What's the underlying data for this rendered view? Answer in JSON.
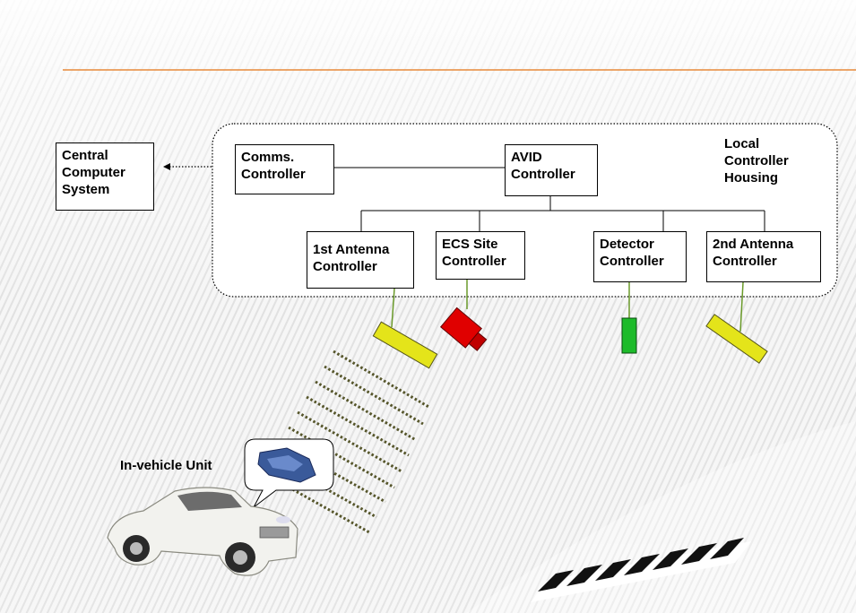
{
  "diagram": {
    "central_system": "Central\nComputer\nSystem",
    "comms_controller": "Comms.\nController",
    "avid_controller": "AVID\nController",
    "housing_label": "Local\nController\nHousing",
    "antenna1_controller": "1st Antenna\nController",
    "ecs_controller": "ECS Site\nController",
    "detector_controller": "Detector\nController",
    "antenna2_controller": "2nd Antenna\nController",
    "in_vehicle_unit": "In-vehicle Unit"
  },
  "colors": {
    "title_rule": "#e8893a",
    "antenna": "#e4e41a",
    "ecs_camera": "#e00000",
    "detector": "#1dbb2a",
    "dotted_signal": "#55552a",
    "car": "#f2f2ee",
    "tag": "#3a5a9a"
  }
}
